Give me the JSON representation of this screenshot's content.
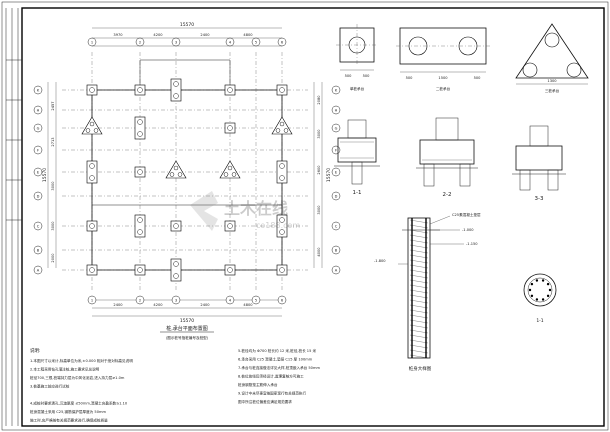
{
  "drawing": {
    "plan_title": "桩,承台平面布置图",
    "plan_subtitle": "(图示桩号指桩编号及桩型)",
    "wm_brand": "土木在线",
    "wm_url": "co188.com",
    "top_dims": [
      "3970",
      "4200",
      "2400",
      "4800"
    ],
    "overall_dim": "15570",
    "bottom_dims": [
      "2400",
      "4200",
      "2400",
      "4800"
    ],
    "bottom_overall": "15570",
    "left_dims": [
      "2457",
      "2713",
      "3000",
      "3000",
      "2000"
    ],
    "left_overall": "15570",
    "right_dims": [
      "2080",
      "3000",
      "2600",
      "3000",
      "4000"
    ],
    "right_overall": "15570",
    "axis_cols": [
      "1",
      "2",
      "3",
      "4",
      "5",
      "6"
    ],
    "axis_rows": [
      "K",
      "H",
      "G",
      "F",
      "E",
      "D",
      "C",
      "B",
      "A"
    ],
    "cap_labels": [
      "单桩承台",
      "二桩承台",
      "三桩承台"
    ],
    "cap_dims": {
      "single": [
        "500",
        "500"
      ],
      "double": [
        "500",
        "1500",
        "500"
      ],
      "triple": [
        "1300"
      ]
    },
    "section_labels": [
      "1-1",
      "2-2",
      "3-3"
    ],
    "pile_detail_label": "桩身大样图",
    "pile_section_label": "1-1",
    "pile_notes": [
      "-1.000",
      "-1.150",
      "-1.800",
      "C25素混凝土垫层"
    ],
    "notes_col1": [
      "1.本图尺寸以米计,标高单位为米,±0.000 相对于绝对标高见说明",
      "2.本工程采用钻孔灌注桩,施工要求见总说明",
      "  桩径700,三根,桩端持力层为中风化泥岩,进入持力层≥1.0m",
      "3.桩基施工前应进行试桩",
      "",
      "4.成桩时要求清孔,沉渣厚度 ≤50mm,混凝土充盈系数≥1.10",
      "  桩身混凝土采用 C25,钢筋保护层厚度为 50mm",
      "  施工时,应严格按有关规范要求进行,确保成桩质量"
    ],
    "notes_col2": [
      "5.桩径均为 Φ700 桩长约 12 米,桩径,桩长 15 米",
      "6.承台采用 C25 混凝土,垫层 C15 厚 100mm",
      "7.承台与桩连接做法详见大样,桩顶嵌入承台 50mm",
      "8.桩位放线后须经设计,监理复核方可施工",
      "  桩身钢筋笼主筋伸入承台",
      "9.设计中未尽事宜按国家现行有关规范执行",
      "  图中所注桩位偏差应满足规范要求"
    ],
    "notes_heading": "说明:"
  }
}
